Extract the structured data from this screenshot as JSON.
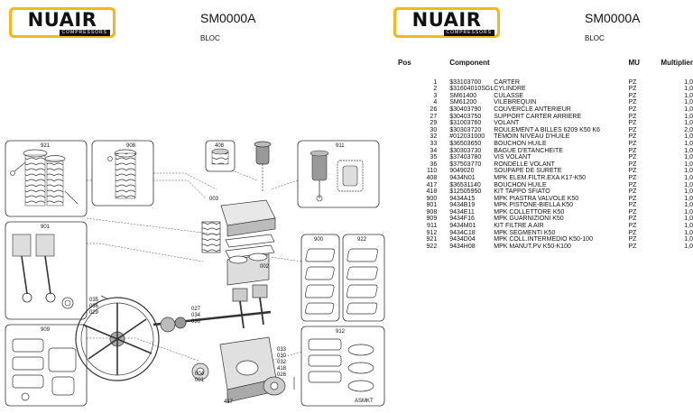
{
  "left_header": {
    "logo_text": "NUAIR",
    "logo_sub": "COMPRESSORS",
    "title": "SM0000A",
    "subtitle": "BLOC"
  },
  "right_header": {
    "logo_text": "NUAIR",
    "logo_sub": "COMPRESSORS",
    "title": "SM0000A",
    "subtitle": "BLOC"
  },
  "table": {
    "headers": {
      "pos": "Pos",
      "component": "Component",
      "mu": "MU",
      "multiplier": "Multiplier"
    },
    "rows": [
      {
        "pos": "1",
        "code": "$33103700",
        "desc": "CARTER",
        "mu": "PZ",
        "mult": "1,0"
      },
      {
        "pos": "2",
        "code": "$31604010SGL",
        "desc": "CYLINDRE",
        "mu": "PZ",
        "mult": "1,0"
      },
      {
        "pos": "3",
        "code": "SM61400",
        "desc": "CULASSE",
        "mu": "PZ",
        "mult": "1,0"
      },
      {
        "pos": "4",
        "code": "SM61200",
        "desc": "VILEBREQUIN",
        "mu": "PZ",
        "mult": "1,0"
      },
      {
        "pos": "26",
        "code": "$30403790",
        "desc": "COUVERCLE ANTERIEUR",
        "mu": "PZ",
        "mult": "1,0"
      },
      {
        "pos": "27",
        "code": "$30403750",
        "desc": "SUPPORT CARTER ARRIERE",
        "mu": "PZ",
        "mult": "1,0"
      },
      {
        "pos": "29",
        "code": "$31003760",
        "desc": "VOLANT",
        "mu": "PZ",
        "mult": "1,0"
      },
      {
        "pos": "30",
        "code": "$30303720",
        "desc": "ROULEMENT A BILLES 6209 K50 K6",
        "mu": "PZ",
        "mult": "2,0"
      },
      {
        "pos": "32",
        "code": "#012031000",
        "desc": "TEMOIN NIVEAU D'HUILE",
        "mu": "PZ",
        "mult": "1,0"
      },
      {
        "pos": "33",
        "code": "$36503650",
        "desc": "BOUCHON  HUILE",
        "mu": "PZ",
        "mult": "1,0"
      },
      {
        "pos": "34",
        "code": "$30303730",
        "desc": "BAGUE D'ETANCHEITE",
        "mu": "PZ",
        "mult": "1,0"
      },
      {
        "pos": "35",
        "code": "$37403780",
        "desc": "VIS VOLANT",
        "mu": "PZ",
        "mult": "1,0"
      },
      {
        "pos": "36",
        "code": "$37503770",
        "desc": "RONDELLE  VOLANT",
        "mu": "PZ",
        "mult": "1,0"
      },
      {
        "pos": "110",
        "code": "9049020",
        "desc": "SOUPAPE DE SURETE",
        "mu": "PZ",
        "mult": "1,0"
      },
      {
        "pos": "408",
        "code": "9434N01",
        "desc": "MPK ELEM.FILTR.EXA K17-K50",
        "mu": "PZ",
        "mult": "1,0"
      },
      {
        "pos": "417",
        "code": "$36531140",
        "desc": "BOUCHON  HUILE",
        "mu": "PZ",
        "mult": "1,0"
      },
      {
        "pos": "418",
        "code": "$12505950",
        "desc": "KIT TAPPO SFIATO",
        "mu": "PZ",
        "mult": "1,0"
      },
      {
        "pos": "900",
        "code": "9434A15",
        "desc": "MPK PIASTRA VALVOLE K50",
        "mu": "PZ",
        "mult": "1,0"
      },
      {
        "pos": "901",
        "code": "9434B19",
        "desc": "MPK PISTONE-BIELLA K50",
        "mu": "PZ",
        "mult": "1,0"
      },
      {
        "pos": "908",
        "code": "9434E11",
        "desc": "MPK COLLETTORE K50",
        "mu": "PZ",
        "mult": "1,0"
      },
      {
        "pos": "909",
        "code": "9434F16",
        "desc": "MPK GUARNIZIONI K50",
        "mu": "PZ",
        "mult": "1,0"
      },
      {
        "pos": "911",
        "code": "9434M01",
        "desc": "KIT FILTRE A AIR",
        "mu": "PZ",
        "mult": "1,0"
      },
      {
        "pos": "912",
        "code": "9434C18",
        "desc": "MPK SEGMENTI K50",
        "mu": "PZ",
        "mult": "1,0"
      },
      {
        "pos": "921",
        "code": "9434D04",
        "desc": "MPK COLL.INTERMEDIO K50-100",
        "mu": "PZ",
        "mult": "1,0"
      },
      {
        "pos": "922",
        "code": "9434H08",
        "desc": "MPK MANUT.PV K50-K100",
        "mu": "PZ",
        "mult": "1,0"
      }
    ]
  },
  "diagram": {
    "box_labels": {
      "b921": "921",
      "b908": "908",
      "b408": "408",
      "b911": "911",
      "b901": "901",
      "b900": "900",
      "b922": "922",
      "b909": "909",
      "b912": "912"
    },
    "callouts": {
      "c003": "003",
      "c002": "002",
      "c035": "035",
      "c036": "036",
      "c029": "029",
      "c027": "027",
      "c034": "034",
      "c030a": "030",
      "c033": "033",
      "c030b": "030",
      "c032": "032",
      "c418": "418",
      "c026": "026",
      "c004": "004",
      "c001": "001",
      "c417": "417"
    },
    "drawing_code": "ASMKT"
  }
}
